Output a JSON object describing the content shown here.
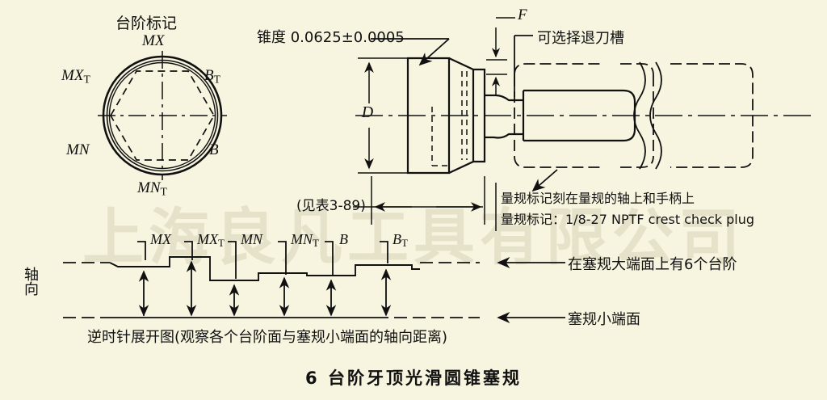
{
  "figure": {
    "title": "6 台阶牙顶光滑圆锥塞规",
    "watermark": "上海良凡工具有限公司",
    "background_color": "#f7f4df",
    "line_color": "#111111"
  },
  "end_view": {
    "heading": "台阶标记",
    "labels": {
      "top": "MX",
      "top_left": "MX",
      "top_left_sub": "T",
      "top_right": "B",
      "top_right_sub": "T",
      "bottom_left": "MN",
      "bottom_right": "B",
      "bottom": "MN",
      "bottom_sub": "T"
    }
  },
  "side_view": {
    "taper_note": "锥度  0.0625±0.0005",
    "diameter_label": "D",
    "groove_label": "F",
    "groove_note": "可选择退刀槽",
    "table_ref": "(见表3-89)",
    "marking_line_1": "量规标记刻在量规的轴上和手柄上",
    "marking_line_2": "量规标记：1/8-27 NPTF crest check plug"
  },
  "step_chart": {
    "type": "line",
    "axis_label": "轴向",
    "caption": "逆时针展开图(观察各个台阶面与塞规小端面的轴向距离)",
    "note_top": "在塞规大端面上有6个台阶",
    "note_bottom": "塞规小端面",
    "step_labels": [
      {
        "name": "MX",
        "sub": ""
      },
      {
        "name": "MX",
        "sub": "T"
      },
      {
        "name": "MN",
        "sub": ""
      },
      {
        "name": "MN",
        "sub": "T"
      },
      {
        "name": "B",
        "sub": ""
      },
      {
        "name": "B",
        "sub": "T"
      }
    ],
    "levels": [
      3,
      4,
      1,
      2,
      2,
      3,
      4
    ],
    "level_count": 4
  }
}
